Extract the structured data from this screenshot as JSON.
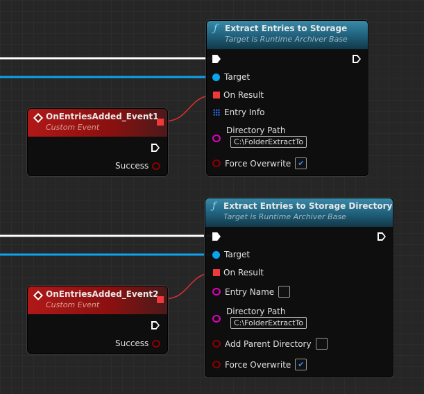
{
  "colors": {
    "exec": "#ffffff",
    "object": "#0aa4f0",
    "delegate": "#f03a3a",
    "string": "#e000c0",
    "bool": "#8b0000",
    "function_header": "#1f5f7a",
    "event_header": "#a01010"
  },
  "nodes": [
    {
      "title": "Extract Entries to Storage",
      "subtitle": "Target is Runtime Archiver Base",
      "icon": "function-icon",
      "pins": {
        "target": "Target",
        "on_result": "On Result",
        "entry_info": "Entry Info",
        "directory_path": "Directory Path",
        "directory_value": "C:\\FolderExtractTo",
        "force_overwrite": "Force Overwrite",
        "force_overwrite_checked": true
      }
    },
    {
      "title": "Extract Entries to Storage Directory",
      "subtitle": "Target is Runtime Archiver Base",
      "icon": "function-icon",
      "pins": {
        "target": "Target",
        "on_result": "On Result",
        "entry_name": "Entry Name",
        "entry_name_checked": false,
        "directory_path": "Directory Path",
        "directory_value": "C:\\FolderExtractTo",
        "add_parent": "Add Parent Directory",
        "add_parent_checked": false,
        "force_overwrite": "Force Overwrite",
        "force_overwrite_checked": true
      }
    }
  ],
  "events": [
    {
      "title": "OnEntriesAdded_Event1",
      "subtitle": "Custom Event",
      "success": "Success"
    },
    {
      "title": "OnEntriesAdded_Event2",
      "subtitle": "Custom Event",
      "success": "Success"
    }
  ],
  "check_glyph": "✔"
}
